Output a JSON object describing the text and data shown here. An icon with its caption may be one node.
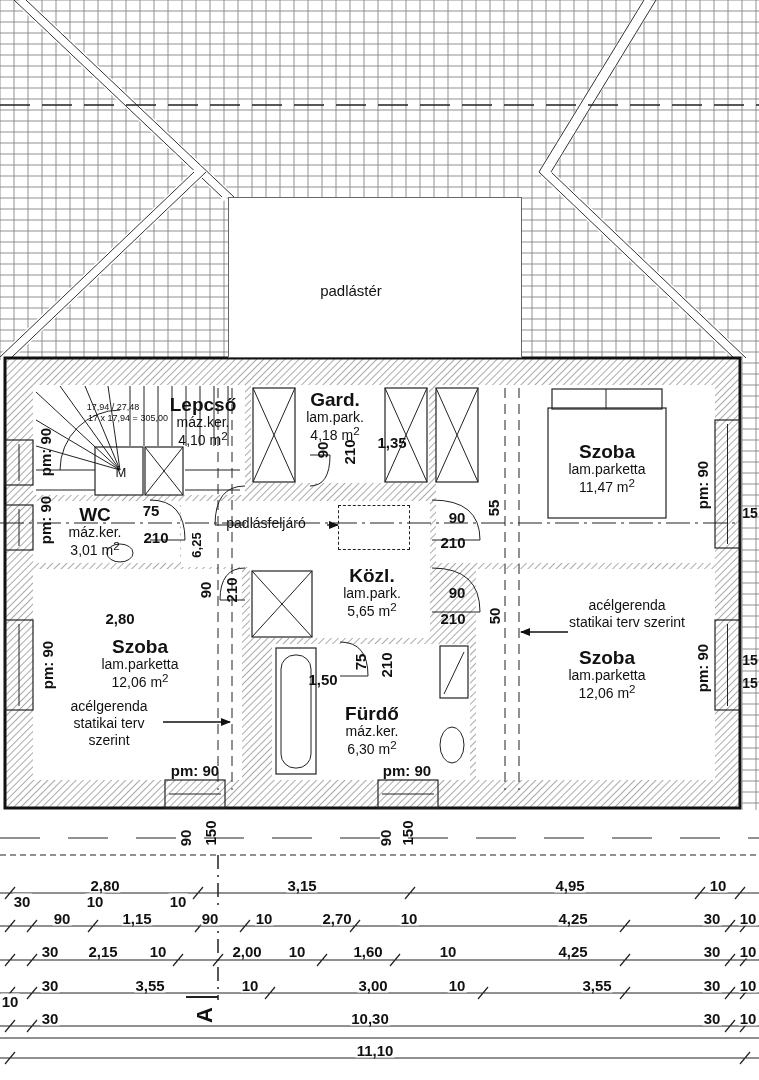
{
  "diagram": {
    "nodes": [
      {
        "text": [
          "padlástér"
        ]
      },
      {
        "text": [
          "Lepcső",
          "máz.ker. 4,10 m$^{2}$"
        ]
      },
      {
        "text": [
          "Gard.",
          "lam.park. 4,18 m$^{2}$"
        ]
      },
      {
        "text": [
          "Szoba",
          "lam.parketta 11,47 m$^{2}$"
        ]
      },
      {
        "text": [
          "WC",
          "máz.ker. 3,01 m$^{2}$"
        ]
      },
      {
        "text": [
          "Közl.",
          "lam.park. 5,65 m$^{2}$"
        ]
      },
      {
        "text": [
          "Szoba",
          "lam.parketta 12,06 m$^{2}$"
        ]
      },
      {
        "text": [
          "Fürdő",
          "máz.ker. 6,30 m$^{2}$"
        ]
      },
      {
        "text": [
          "Szoba",
          "lam.parketta 12,06 m$^{2}$"
        ]
      },
      {
        "text": [
          "padlásfeljáró"
        ]
      },
      {
        "text": [],
        "shape": "box",
        "in": 5
      },
      {
        "text": [
          "acélgerenda statikai terv szerint"
        ],
        "in": 6
      },
      {
        "text": [
          "acélgerenda statikai terv szerint"
        ],
        "in": 8
      }
    ],
    "edges": [
      {
        "from": 9,
        "to": 10,
        "arrow": "to"
      },
      {
        "from": 11,
        "to": null,
        "arrow": "to"
      },
      {
        "from": 12,
        "to": null,
        "arrow": "to"
      }
    ],
    "labels": [
      "17,94 / 27,48",
      "17 x 17,94 = 305,00",
      "M",
      "pm: 90",
      "90",
      "210",
      "1,35",
      "pm: 90",
      "75",
      "210",
      "6,25",
      "90",
      "55",
      "210",
      "15",
      "90",
      "210",
      "90",
      "2,80",
      "210",
      "50",
      "pm: 90",
      "75",
      "210",
      "1,50",
      "pm: 90",
      "15",
      "15",
      "pm: 90",
      "pm: 90",
      "pm: 90",
      "90",
      "150",
      "90",
      "150",
      "2,80",
      "3,15",
      "4,95",
      "10",
      "30",
      "10",
      "10",
      "90",
      "1,15",
      "90",
      "10",
      "2,70",
      "10",
      "4,25",
      "30",
      "10",
      "30",
      "2,15",
      "10",
      "2,00",
      "10",
      "1,60",
      "10",
      "4,25",
      "30",
      "10",
      "30",
      "3,55",
      "10",
      "3,00",
      "10",
      "3,55",
      "30",
      "10",
      "10",
      "30",
      "10,30",
      "30",
      "10",
      "11,10",
      "A"
    ]
  }
}
